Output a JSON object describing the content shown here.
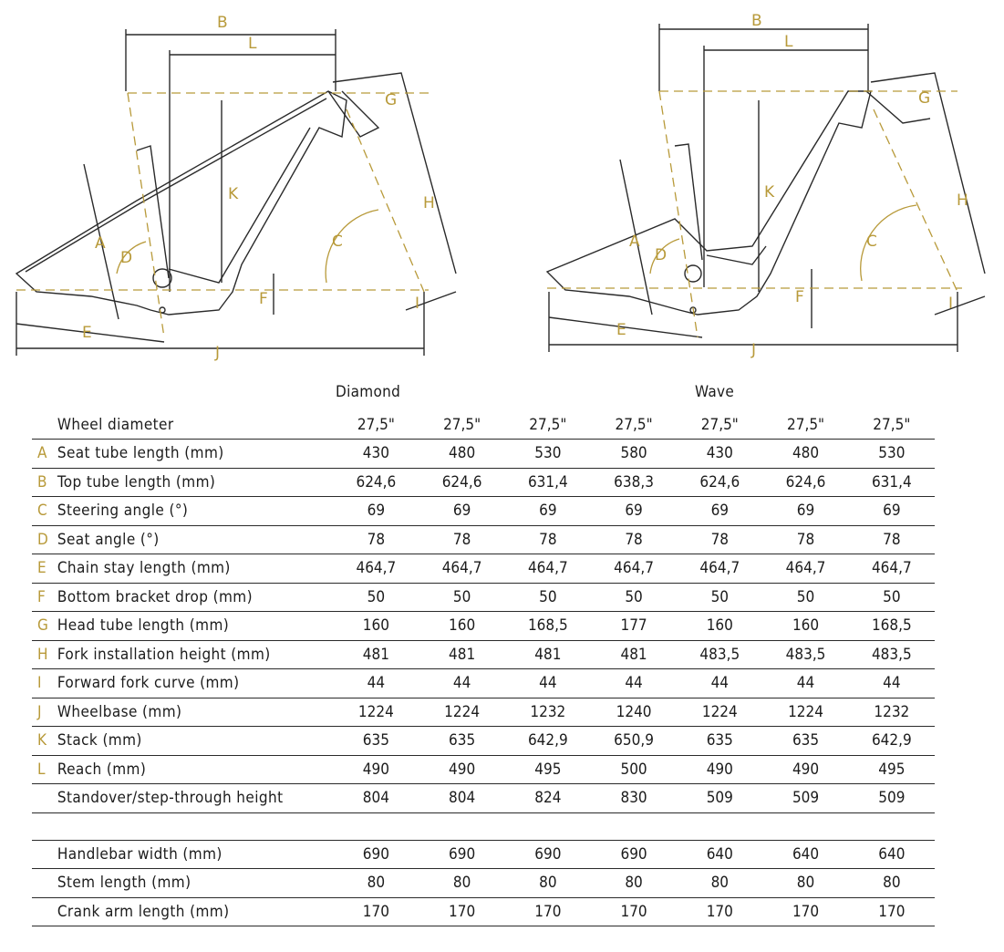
{
  "diagrams": {
    "diamond": {
      "labels": [
        "A",
        "B",
        "C",
        "D",
        "E",
        "F",
        "G",
        "H",
        "I",
        "J",
        "K",
        "L"
      ]
    },
    "wave": {
      "labels": [
        "A",
        "B",
        "C",
        "D",
        "E",
        "F",
        "G",
        "H",
        "I",
        "J",
        "K",
        "L"
      ]
    }
  },
  "colors": {
    "accent": "#b89a3a",
    "line": "#2a2a2a"
  },
  "groups": {
    "diamond": "Diamond",
    "wave": "Wave"
  },
  "rows": [
    {
      "letter": "",
      "label": "Wheel diameter",
      "values": [
        "27,5\"",
        "27,5\"",
        "27,5\"",
        "27,5\"",
        "27,5\"",
        "27,5\"",
        "27,5\""
      ]
    },
    {
      "letter": "A",
      "label": "Seat tube length (mm)",
      "values": [
        "430",
        "480",
        "530",
        "580",
        "430",
        "480",
        "530"
      ]
    },
    {
      "letter": "B",
      "label": "Top tube length (mm)",
      "values": [
        "624,6",
        "624,6",
        "631,4",
        "638,3",
        "624,6",
        "624,6",
        "631,4"
      ]
    },
    {
      "letter": "C",
      "label": "Steering angle (°)",
      "values": [
        "69",
        "69",
        "69",
        "69",
        "69",
        "69",
        "69"
      ]
    },
    {
      "letter": "D",
      "label": "Seat angle (°)",
      "values": [
        "78",
        "78",
        "78",
        "78",
        "78",
        "78",
        "78"
      ]
    },
    {
      "letter": "E",
      "label": "Chain stay length (mm)",
      "values": [
        "464,7",
        "464,7",
        "464,7",
        "464,7",
        "464,7",
        "464,7",
        "464,7"
      ]
    },
    {
      "letter": "F",
      "label": "Bottom bracket drop (mm)",
      "values": [
        "50",
        "50",
        "50",
        "50",
        "50",
        "50",
        "50"
      ]
    },
    {
      "letter": "G",
      "label": "Head tube length (mm)",
      "values": [
        "160",
        "160",
        "168,5",
        "177",
        "160",
        "160",
        "168,5"
      ]
    },
    {
      "letter": "H",
      "label": "Fork installation height (mm)",
      "values": [
        "481",
        "481",
        "481",
        "481",
        "483,5",
        "483,5",
        "483,5"
      ]
    },
    {
      "letter": "I",
      "label": "Forward fork curve (mm)",
      "values": [
        "44",
        "44",
        "44",
        "44",
        "44",
        "44",
        "44"
      ]
    },
    {
      "letter": "J",
      "label": "Wheelbase (mm)",
      "values": [
        "1224",
        "1224",
        "1232",
        "1240",
        "1224",
        "1224",
        "1232"
      ]
    },
    {
      "letter": "K",
      "label": "Stack (mm)",
      "values": [
        "635",
        "635",
        "642,9",
        "650,9",
        "635",
        "635",
        "642,9"
      ]
    },
    {
      "letter": "L",
      "label": "Reach (mm)",
      "values": [
        "490",
        "490",
        "495",
        "500",
        "490",
        "490",
        "495"
      ]
    },
    {
      "letter": "",
      "label": "Standover/step-through height",
      "values": [
        "804",
        "804",
        "824",
        "830",
        "509",
        "509",
        "509"
      ]
    }
  ],
  "extra_rows": [
    {
      "letter": "",
      "label": "Handlebar width (mm)",
      "values": [
        "690",
        "690",
        "690",
        "690",
        "640",
        "640",
        "640"
      ]
    },
    {
      "letter": "",
      "label": "Stem length (mm)",
      "values": [
        "80",
        "80",
        "80",
        "80",
        "80",
        "80",
        "80"
      ]
    },
    {
      "letter": "",
      "label": "Crank arm length (mm)",
      "values": [
        "170",
        "170",
        "170",
        "170",
        "170",
        "170",
        "170"
      ]
    }
  ]
}
